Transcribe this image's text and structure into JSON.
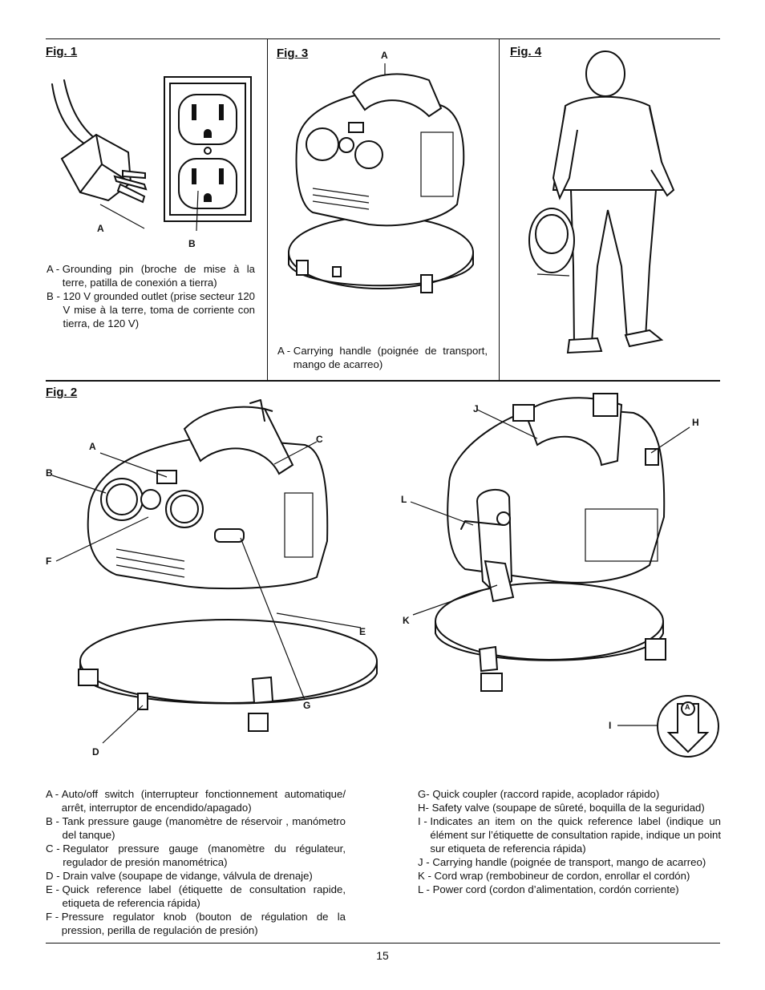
{
  "fig1": {
    "title": "Fig. 1",
    "labels": {
      "a": "A",
      "b": "B"
    },
    "legend": [
      {
        "key": "A -",
        "text": "Grounding pin (broche de mise à la terre, patilla de conexión a tierra)"
      },
      {
        "key": "B -",
        "text": "120 V grounded outlet (prise secteur 120 V mise à la terre, toma de corriente con tierra, de 120 V)"
      }
    ]
  },
  "fig3": {
    "title": "Fig. 3",
    "labels": {
      "a": "A"
    },
    "legend": [
      {
        "key": "A -",
        "text": "Carrying handle (poignée de transport, mango de acarreo)"
      }
    ]
  },
  "fig4": {
    "title": "Fig. 4"
  },
  "fig2": {
    "title": "Fig. 2",
    "labels": {
      "a": "A",
      "b": "B",
      "c": "C",
      "d": "D",
      "e": "E",
      "f": "F",
      "g": "G",
      "h": "H",
      "i": "I",
      "j": "J",
      "k": "K",
      "l": "L"
    },
    "symbol_letter": "A",
    "legend_left": [
      {
        "key": "A - ",
        "text": "Auto/off switch (interrupteur fonctionnement automatique/ arrêt, interruptor de encendido/apagado)"
      },
      {
        "key": "B - ",
        "text": "Tank pressure gauge (manomètre de réservoir , manómetro del tanque)"
      },
      {
        "key": "C - ",
        "text": "Regulator pressure gauge (manomètre du régulateur, regulador de presión manométrica)"
      },
      {
        "key": "D - ",
        "text": "Drain valve (soupape de vidange, válvula de drenaje)"
      },
      {
        "key": "E - ",
        "text": "Quick reference label (étiquette de consultation rapide, etiqueta de referencia rápida)"
      },
      {
        "key": "F - ",
        "text": "Pressure regulator knob (bouton de régulation de la pression, perilla de regulación de presión)"
      }
    ],
    "legend_right": [
      {
        "key": "G- ",
        "text": "Quick coupler (raccord rapide, acoplador rápido)"
      },
      {
        "key": "H- ",
        "text": "Safety valve (soupape de sûreté, boquilla de la seguridad)"
      },
      {
        "key": "I - ",
        "text": "Indicates an item on the quick reference label (indique un élément sur l’étiquette de consultation rapide, indique un point sur etiqueta de referencia rápida)"
      },
      {
        "key": "J - ",
        "text": "Carrying handle (poignée de transport, mango de acarreo)"
      },
      {
        "key": "K - ",
        "text": "Cord wrap (rembobineur de cordon, enrollar el cordón)"
      },
      {
        "key": "L - ",
        "text": "Power cord (cordon d’alimentation, cordón corriente)"
      }
    ]
  },
  "page_number": "15"
}
